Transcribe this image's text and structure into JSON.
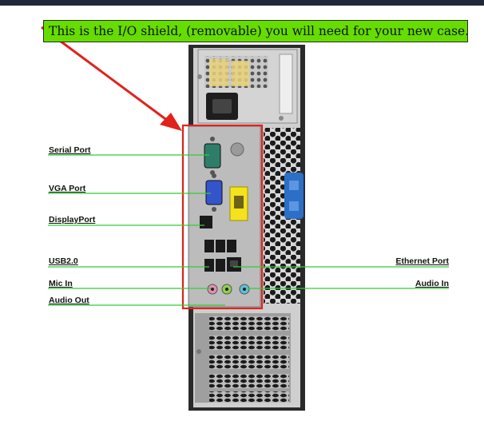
{
  "callout": {
    "text": "This is the I/O shield, (removable) you will need for your new case."
  },
  "labels": {
    "serial": "Serial Port",
    "vga": "VGA Port",
    "displayport": "DisplayPort",
    "usb": "USB2.0",
    "mic": "Mic In",
    "audio_out": "Audio Out",
    "ethernet": "Ethernet Port",
    "audio_in": "Audio In"
  },
  "colors": {
    "callout_bg": "#66dd00",
    "highlight": "#e0221b",
    "leader_line": "#33cc33",
    "usb_port": "#1a1a1a",
    "vga_port": "#3355cc",
    "serial_port": "#2e7d6b",
    "mic_jack": "#e58fb0",
    "audio_out_jack": "#8fd14f",
    "audio_in_jack": "#5fc0d8",
    "latch": "#2b6fc7",
    "shield_label": "#f5e21b"
  }
}
